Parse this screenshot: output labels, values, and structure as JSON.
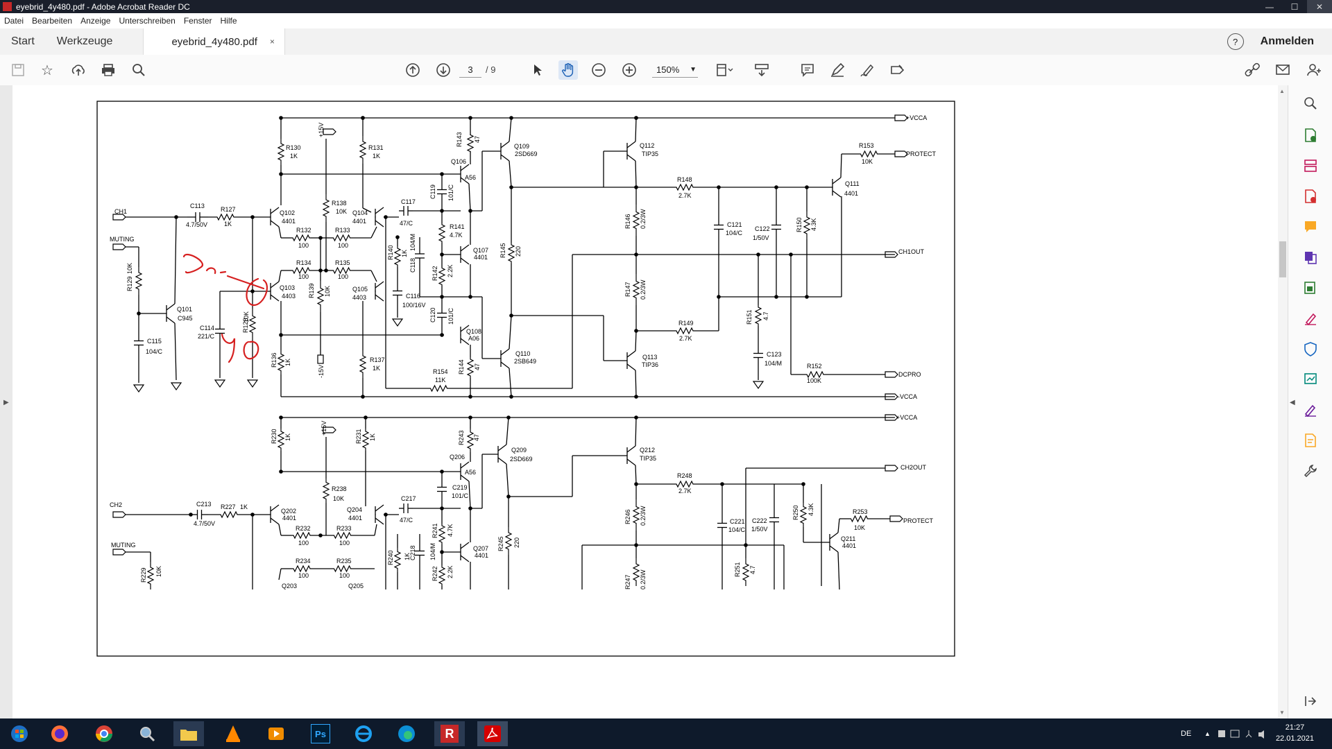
{
  "window": {
    "title": "eyebrid_4y480.pdf - Adobe Acrobat Reader DC",
    "minimize": "—",
    "maximize": "☐",
    "close": "✕"
  },
  "menu": [
    "Datei",
    "Bearbeiten",
    "Anzeige",
    "Unterschreiben",
    "Fenster",
    "Hilfe"
  ],
  "tabs": {
    "start": "Start",
    "tools": "Werkzeuge",
    "document": "eyebrid_4y480.pdf",
    "close_glyph": "×",
    "help": "?",
    "signin": "Anmelden"
  },
  "toolbar": {
    "page_current": "3",
    "page_total": "/ 9",
    "zoom": "150%",
    "icons": [
      "save-icon",
      "bookmark-star-icon",
      "upload-cloud-icon",
      "print-icon",
      "search-zoom-icon",
      "page-up-icon",
      "page-down-icon",
      "select-cursor-icon",
      "hand-icon",
      "zoom-out-icon",
      "zoom-in-icon",
      "fit-page-icon",
      "scroll-mode-icon",
      "comment-icon",
      "highlight-pen-icon",
      "sign-icon",
      "more-tools-icon",
      "share-link-icon",
      "email-icon",
      "add-user-icon"
    ]
  },
  "schematic": {
    "labels": {
      "ch1": "CH1",
      "ch2": "CH2",
      "muting1": "MUTING",
      "muting2": "MUTING",
      "vcca_top": "+VCCA",
      "vcca_neg": "-VCCA",
      "vcca_top2": "+VCCA",
      "protect1": "PROTECT",
      "protect2": "PROTECT",
      "ch1out": "CH1OUT",
      "ch2out": "CH2OUT",
      "dcpro": "DCPRO",
      "plus15_1": "+15V",
      "minus15": "-15V",
      "plus15_2": "+15V",
      "c113": "C113",
      "c113v": "4.7/50V",
      "r127": "R127",
      "r127v": "1K",
      "q101": "Q101",
      "q101v": "C945",
      "r129": "R129",
      "r129v": "10K",
      "c115": "C115",
      "c115v": "104/C",
      "r130": "R130",
      "r130v": "1K",
      "q102": "Q102",
      "q102v": "4401",
      "r132": "R132",
      "r132v": "100",
      "r134": "R134",
      "r134v": "100",
      "q103": "Q103",
      "q103v": "4403",
      "c114": "C114",
      "c114v": "221/C",
      "r128": "R128",
      "r128v": "10K",
      "r136": "R136",
      "r136v": "1K",
      "r138": "R138",
      "r138v": "10K",
      "r139": "R139",
      "r139v": "10K",
      "r131": "R131",
      "r131v": "1K",
      "r133": "R133",
      "r133v": "100",
      "r135": "R135",
      "r135v": "100",
      "q104": "Q104",
      "q104v": "4401",
      "q105": "Q105",
      "q105v": "4403",
      "r137": "R137",
      "r137v": "1K",
      "c117": "C117",
      "c117v": "47/C",
      "r140": "R140",
      "r140v": "1K",
      "c116": "C116",
      "c116v": "100/16V",
      "c118": "C118",
      "c118v": "104/M",
      "c119": "C119",
      "c119v": "101/C",
      "q106": "Q106",
      "q106v": "A56",
      "r143": "R143",
      "r143v": "47",
      "r141": "R141",
      "r141v": "4.7K",
      "r142": "R142",
      "r142v": "2.2K",
      "q107": "Q107",
      "q107v": "4401",
      "c120": "C120",
      "c120v": "101/C",
      "q108": "Q108",
      "q108v": "A06",
      "r144": "R144",
      "r144v": "47",
      "r154": "R154",
      "r154v": "11K",
      "q109": "Q109",
      "q109v": "2SD669",
      "r145": "R145",
      "r145v": "220",
      "q110": "Q110",
      "q110v": "2SB649",
      "q112": "Q112",
      "q112v": "TIP35",
      "r146": "R146",
      "r146v": "0.2/3W",
      "r147": "R147",
      "r147v": "0.2/3W",
      "q113": "Q113",
      "q113v": "TIP36",
      "r148": "R148",
      "r148v": "2.7K",
      "r149": "R149",
      "r149v": "2.7K",
      "c121": "C121",
      "c121v": "104/C",
      "c122": "C122",
      "c122v": "1/50V",
      "r150": "R150",
      "r150v": "4.3K",
      "r151": "R151",
      "r151v": "4.7",
      "c123": "C123",
      "c123v": "104/M",
      "r152": "R152",
      "r152v": "100K",
      "r153": "R153",
      "r153v": "10K",
      "q111": "Q111",
      "q111v": "4401",
      "r230": "R230",
      "r230v": "1K",
      "r231": "R231",
      "r231v": "1K",
      "r238": "R238",
      "r238v": "10K",
      "c213": "C213",
      "c213v": "4.7/50V",
      "r227": "R227",
      "r227v": "1K",
      "q202": "Q202",
      "q202v": "4401",
      "r232": "R232",
      "r232v": "100",
      "r233": "R233",
      "r233v": "100",
      "r234": "R234",
      "r234v": "100",
      "r235": "R235",
      "r235v": "100",
      "q203": "Q203",
      "q204": "Q204",
      "q204v": "4401",
      "q205": "Q205",
      "c217": "C217",
      "c217v": "47/C",
      "r240": "R240",
      "r240v": "1K",
      "c218": "C218",
      "c218v": "104/M",
      "r241": "R241",
      "r241v": "4.7K",
      "r242": "R242",
      "r242v": "2.2K",
      "q206": "Q206",
      "q206v": "A56",
      "c219": "C219",
      "c219v": "101/C",
      "r243": "R243",
      "r243v": "47",
      "q207": "Q207",
      "q207v": "4401",
      "q209": "Q209",
      "q209v": "2SD669",
      "r245": "R245",
      "r245v": "220",
      "q212": "Q212",
      "q212v": "TIP35",
      "r246": "R246",
      "r246v": "0.2/3W",
      "r247": "R247",
      "r247v": "0.2/3W",
      "r248": "R248",
      "r248v": "2.7K",
      "c221": "C221",
      "c221v": "104/C",
      "c222": "C222",
      "c222v": "1/50V",
      "r250": "R250",
      "r250v": "4.3K",
      "r251": "R251",
      "r251v": "4.7",
      "r253": "R253",
      "r253v": "10K",
      "q211": "Q211",
      "q211v": "4401",
      "r229": "R229",
      "r229v": "10K",
      "annotation_top": "Sa",
      "annotation_bottom": "40"
    }
  },
  "taskbar": {
    "apps": [
      "windows-start-icon",
      "firefox-icon",
      "chrome-icon",
      "search-magnifier-icon",
      "file-explorer-icon",
      "vlc-icon",
      "media-player-icon",
      "photoshop-icon",
      "internet-explorer-icon",
      "edge-icon",
      "rekordbox-icon",
      "acrobat-icon"
    ],
    "photoshop_label": "Ps",
    "rekordbox_label": "R",
    "lang": "DE",
    "time": "21:27",
    "date": "22.01.2021"
  }
}
